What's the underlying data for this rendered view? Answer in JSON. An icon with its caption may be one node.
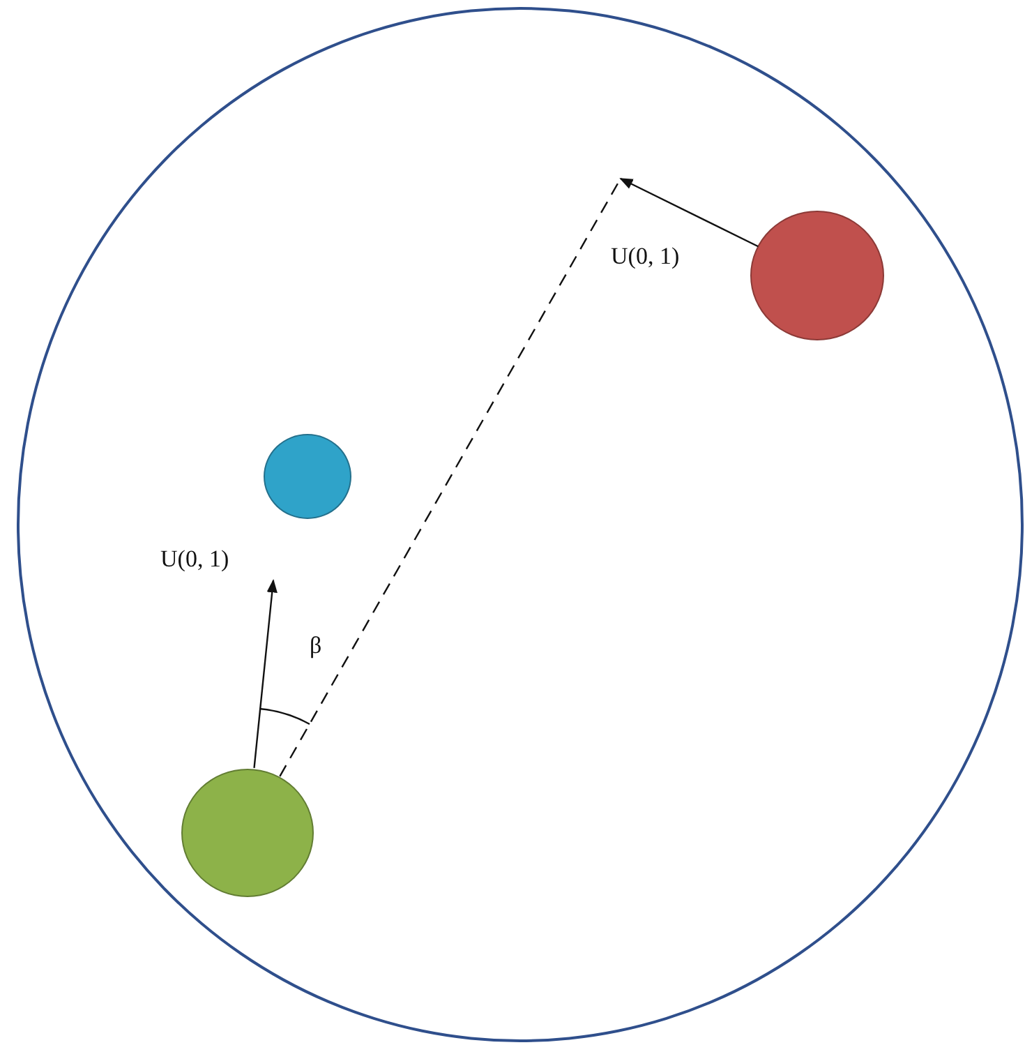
{
  "diagram": {
    "nodes": [
      {
        "text": [],
        "shape": "circle"
      },
      {
        "text": [],
        "shape": "circle",
        "in": 0
      },
      {
        "text": [],
        "shape": "circle",
        "in": 0
      },
      {
        "text": [],
        "shape": "circle",
        "in": 0
      }
    ],
    "edges": [
      {
        "from": 1,
        "to": null,
        "arrow": "to",
        "label": "U(0, 1)"
      },
      {
        "from": 3,
        "to": null,
        "arrow": "to",
        "label": "U(0, 1)"
      },
      {
        "from": 3,
        "to": null,
        "arrow": "none",
        "style": "dashed"
      }
    ],
    "labels": [
      "β"
    ]
  }
}
